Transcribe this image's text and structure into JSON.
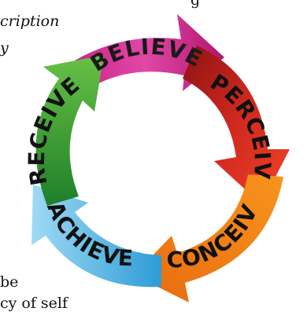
{
  "background_text": {
    "line1": "g",
    "line2": "cription",
    "line3": "y",
    "line4": "be",
    "line5": "cy  of  self"
  },
  "cycle": {
    "segments": [
      {
        "label": "BELIEVE",
        "color": "#d42f91"
      },
      {
        "label": "PERCEIVE",
        "color": "#c3241e"
      },
      {
        "label": "CONCEIVE",
        "color": "#f07d16"
      },
      {
        "label": "ACHIEVE",
        "color": "#5bb6e2"
      },
      {
        "label": "RECEIVE",
        "color": "#3ea238"
      }
    ]
  }
}
